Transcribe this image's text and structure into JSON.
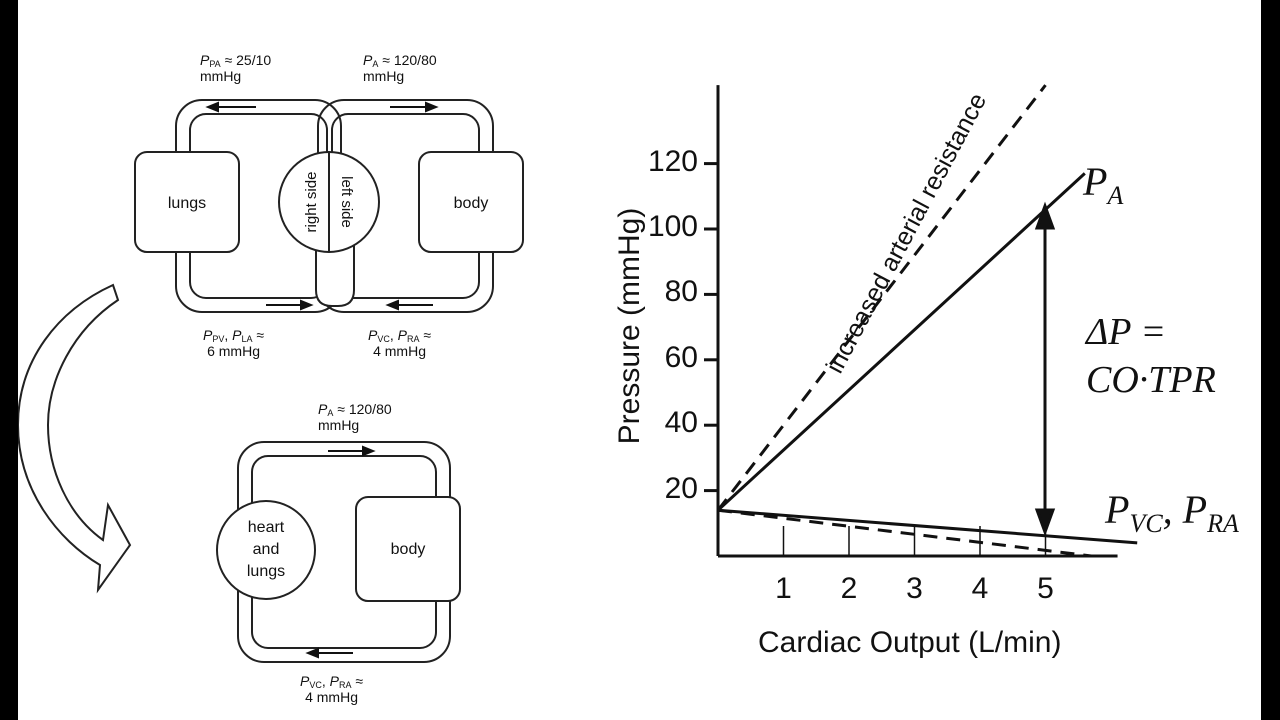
{
  "top_diagram": {
    "box_lungs": "lungs",
    "box_body": "body",
    "heart_right": "right side",
    "heart_left": "left side",
    "p_pa": {
      "sym": "P",
      "sub": "PA",
      "val": " ≈ 25/10",
      "unit": "mmHg"
    },
    "p_a": {
      "sym": "P",
      "sub": "A",
      "val": " ≈ 120/80",
      "unit": "mmHg"
    },
    "p_pv_la": {
      "sym1": "P",
      "sub1": "PV",
      "sep": ", ",
      "sym2": "P",
      "sub2": "LA",
      "val": " ≈",
      "unit": "6 mmHg"
    },
    "p_vc_ra": {
      "sym1": "P",
      "sub1": "VC",
      "sep": ", ",
      "sym2": "P",
      "sub2": "RA",
      "val": " ≈",
      "unit": "4 mmHg"
    }
  },
  "bottom_diagram": {
    "box_heart": "heart and lungs",
    "heart_lines": [
      "heart",
      "and",
      "lungs"
    ],
    "box_body": "body",
    "p_a": {
      "sym": "P",
      "sub": "A",
      "val": " ≈ 120/80",
      "unit": "mmHg"
    },
    "p_vc_ra": {
      "sym1": "P",
      "sub1": "VC",
      "sep": ", ",
      "sym2": "P",
      "sub2": "RA",
      "val": " ≈",
      "unit": "4 mmHg"
    }
  },
  "chart_data": {
    "type": "line",
    "xlabel": "Cardiac Output (L/min)",
    "ylabel": "Pressure (mmHg)",
    "x_ticks": [
      1,
      2,
      3,
      4,
      5
    ],
    "y_ticks": [
      20,
      40,
      60,
      80,
      100,
      120
    ],
    "xlim": [
      0,
      6.1
    ],
    "ylim": [
      0,
      140
    ],
    "series": [
      {
        "name": "P_A",
        "style": "solid",
        "points": [
          [
            0,
            14
          ],
          [
            5.6,
            117
          ]
        ]
      },
      {
        "name": "increased arterial resistance",
        "style": "dashed",
        "points": [
          [
            0,
            14
          ],
          [
            5.0,
            144
          ]
        ]
      },
      {
        "name": "P_VC, P_RA",
        "style": "solid",
        "points": [
          [
            0,
            14
          ],
          [
            6.4,
            4
          ]
        ]
      },
      {
        "name": "P_VC, P_RA dashed",
        "style": "dashed",
        "points": [
          [
            0,
            14
          ],
          [
            5.7,
            0
          ]
        ]
      }
    ],
    "annotations": {
      "pa_label": "P",
      "pa_sub": "A",
      "pvc_label": "P",
      "pvc_sub": "VC",
      "sep": ", ",
      "pra_label": "P",
      "pra_sub": "RA",
      "delta_line1": "ΔP =",
      "delta_line2": "CO·TPR",
      "resistance_label": "increased arterial resistance"
    }
  }
}
